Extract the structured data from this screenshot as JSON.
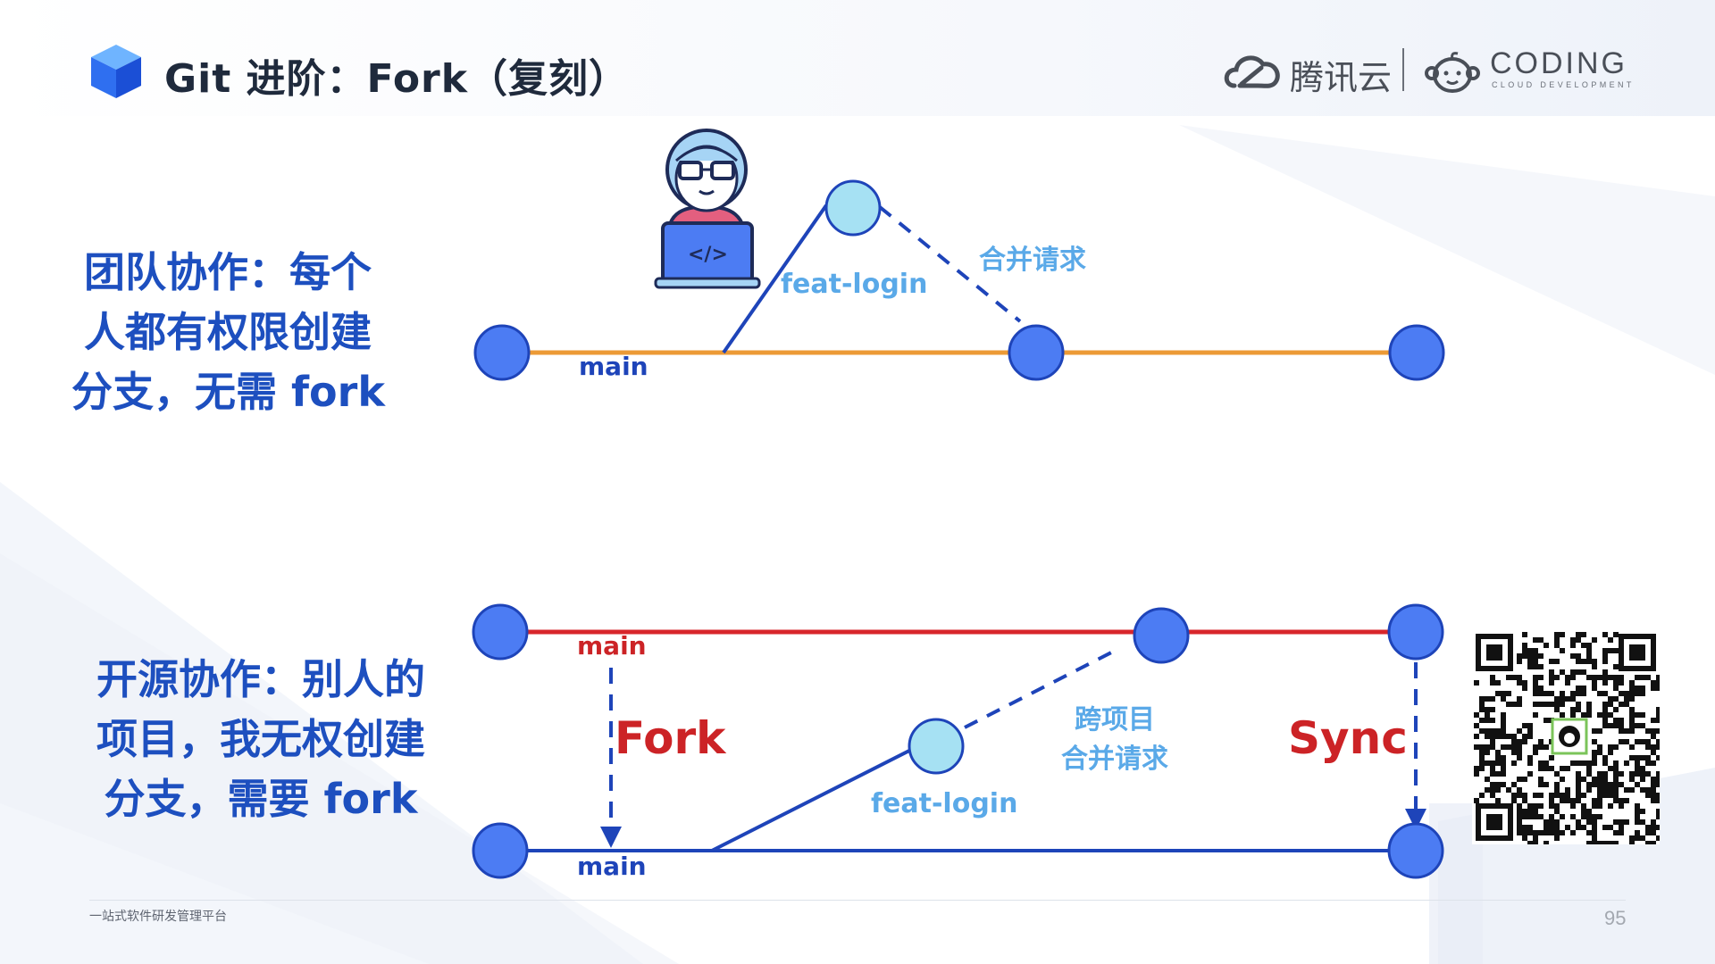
{
  "header": {
    "title": "Git 进阶：Fork（复刻）",
    "brand_cn": "腾讯云",
    "brand_coding": "CODING",
    "brand_sub": "CLOUD DEVELOPMENT"
  },
  "team_section": {
    "lines": [
      "团队协作：每个",
      "人都有权限创建",
      "分支，无需 fork"
    ],
    "branch_label": "main",
    "feature_label": "feat-login",
    "merge_label": "合并请求",
    "code_glyph": "</>"
  },
  "opensource_section": {
    "lines": [
      "开源协作：别人的",
      "项目，我无权创建",
      "分支，需要 fork"
    ],
    "upstream_label": "main",
    "fork_main_label": "main",
    "fork_label": "Fork",
    "sync_label": "Sync",
    "feature_label": "feat-login",
    "cross_merge_line1": "跨项目",
    "cross_merge_line2": "合并请求"
  },
  "footer": {
    "text": "一站式软件研发管理平台",
    "page_number": "95"
  },
  "colors": {
    "title": "#1f2a3c",
    "node_blue": "#4c7cf3",
    "node_light": "#a6e1f3",
    "main_orange": "#ec9a36",
    "upstream_red": "#d8262b",
    "branch_blue": "#1e44b9",
    "label_light": "#5aa9e8",
    "label_red": "#cc2326"
  },
  "icons": [
    "cube-logo-icon",
    "tencent-cloud-icon",
    "coding-monkey-icon",
    "developer-avatar-icon",
    "qr-code-icon",
    "github-icon"
  ]
}
